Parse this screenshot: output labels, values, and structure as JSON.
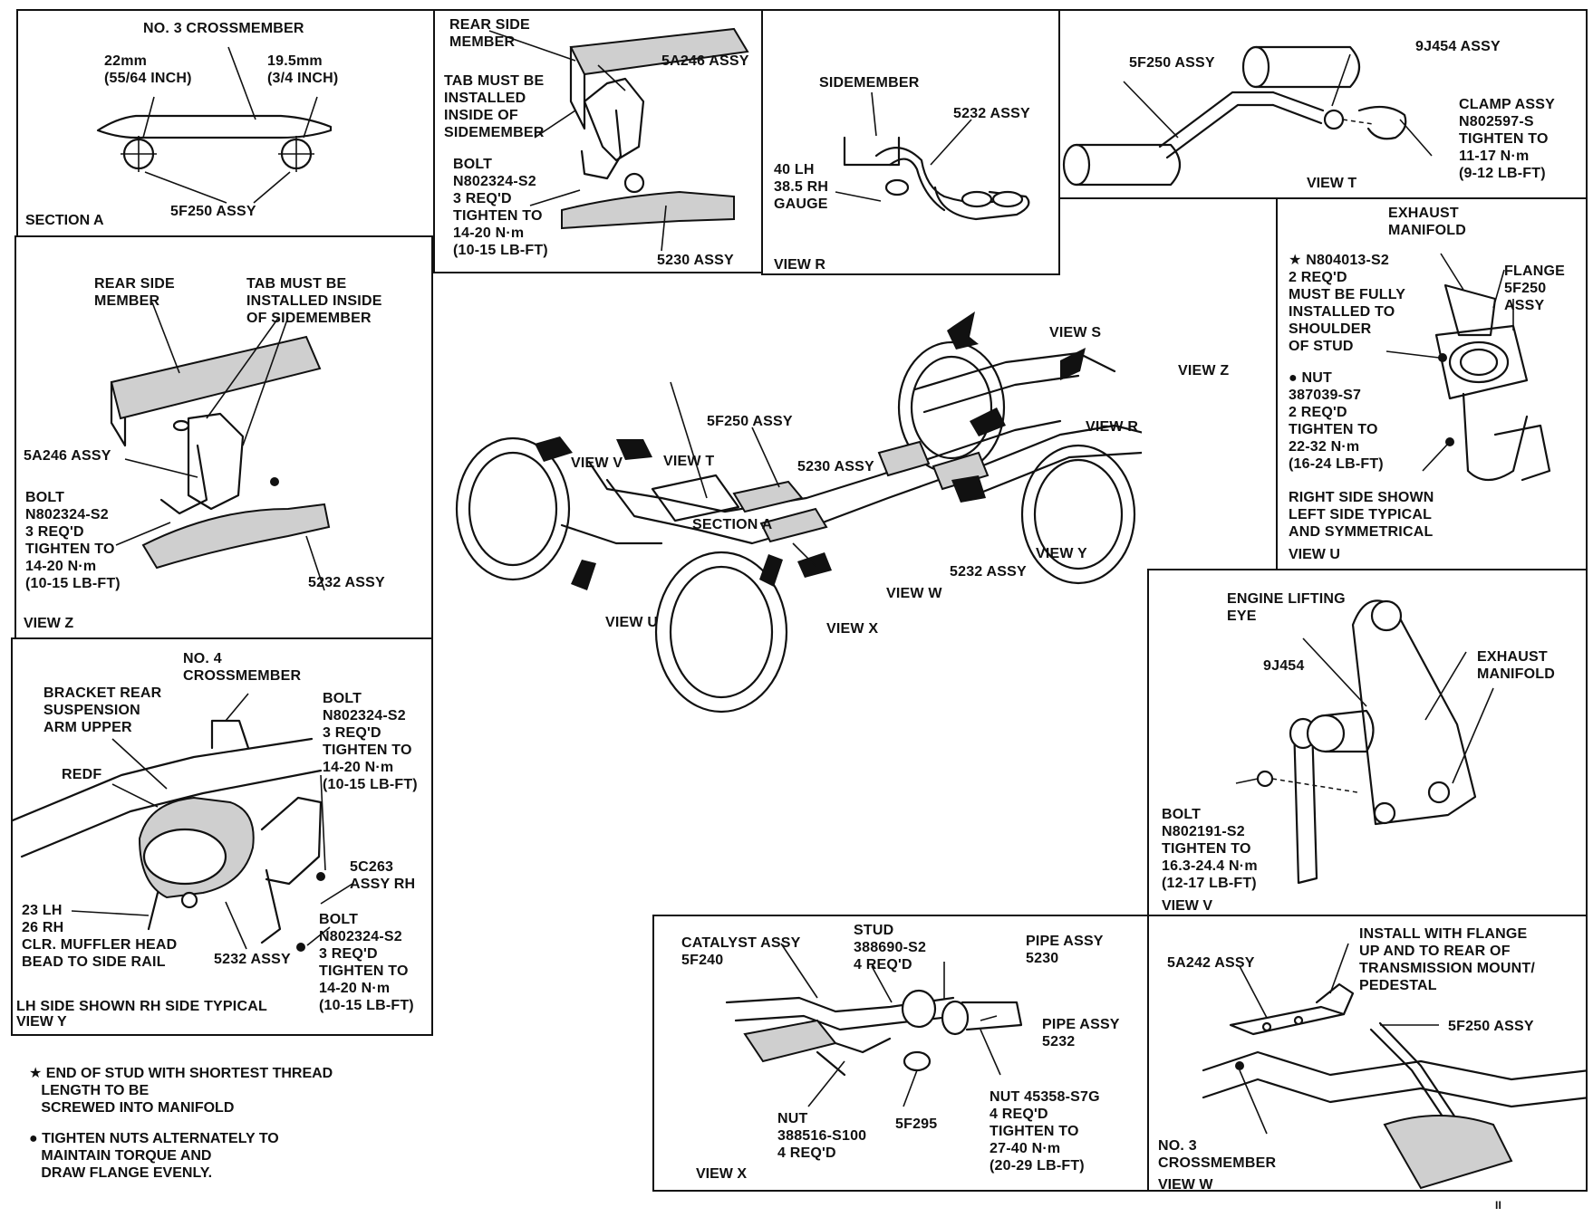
{
  "section_a": {
    "title": "NO. 3 CROSSMEMBER",
    "dim_left": "22mm\n(55/64 INCH)",
    "dim_right": "19.5mm\n(3/4 INCH)",
    "part": "5F250 ASSY",
    "view": "SECTION A"
  },
  "top_mid": {
    "rear_side_member": "REAR SIDE\nMEMBER",
    "tab_note": "TAB MUST BE\nINSTALLED\nINSIDE OF\nSIDEMEMBER",
    "part_5a246": "5A246 ASSY",
    "bolt": "BOLT\nN802324-S2\n3 REQ'D\nTIGHTEN TO\n14-20 N·m\n(10-15 LB-FT)",
    "part_5230": "5230 ASSY"
  },
  "view_r": {
    "sidemember": "SIDEMEMBER",
    "part_5232": "5232 ASSY",
    "gauge": "40 LH\n38.5 RH\nGAUGE",
    "view": "VIEW R"
  },
  "view_t": {
    "part_5f250": "5F250 ASSY",
    "part_9j454": "9J454 ASSY",
    "clamp": "CLAMP ASSY\nN802597-S\nTIGHTEN TO\n11-17 N·m\n(9-12 LB-FT)",
    "view": "VIEW T"
  },
  "view_u": {
    "exhaust_manifold": "EXHAUST\nMANIFOLD",
    "stud_note": "★ N804013-S2\n2 REQ'D\nMUST BE FULLY\nINSTALLED TO\nSHOULDER\nOF STUD",
    "flange": "FLANGE\n5F250\nASSY",
    "nut": "● NUT\n387039-S7\n2 REQ'D\nTIGHTEN TO\n22-32 N·m\n(16-24 LB-FT)",
    "side_note": "RIGHT SIDE SHOWN\nLEFT SIDE TYPICAL\nAND SYMMETRICAL",
    "view": "VIEW U"
  },
  "view_z": {
    "rear_side_member": "REAR SIDE\nMEMBER",
    "tab_note": "TAB MUST BE\nINSTALLED INSIDE\nOF SIDEMEMBER",
    "part_5a246": "5A246 ASSY",
    "bolt": "BOLT\nN802324-S2\n3 REQ'D\nTIGHTEN TO\n14-20 N·m\n(10-15 LB-FT)",
    "part_5232": "5232 ASSY",
    "view": "VIEW Z"
  },
  "main": {
    "view_s": "VIEW S",
    "view_z": "VIEW Z",
    "view_r": "VIEW R",
    "view_y": "VIEW Y",
    "view_v": "VIEW V",
    "view_t": "VIEW T",
    "view_u": "VIEW U",
    "view_x": "VIEW X",
    "view_w": "VIEW W",
    "section_a": "SECTION A",
    "part_5f250": "5F250 ASSY",
    "part_5230": "5230 ASSY",
    "part_5232": "5232 ASSY"
  },
  "view_y": {
    "crossmember": "NO. 4\nCROSSMEMBER",
    "bracket": "BRACKET REAR\nSUSPENSION\nARM UPPER",
    "bolt_top": "BOLT\nN802324-S2\n3 REQ'D\nTIGHTEN TO\n14-20 N·m\n(10-15 LB-FT)",
    "redf": "REDF",
    "part_5c263": "5C263\nASSY RH",
    "clearance": "23 LH\n26 RH\nCLR. MUFFLER HEAD\nBEAD TO SIDE RAIL",
    "part_5232": "5232 ASSY",
    "bolt_bottom": "BOLT\nN802324-S2\n3 REQ'D\nTIGHTEN TO\n14-20 N·m\n(10-15 LB-FT)",
    "side_note": "LH SIDE SHOWN RH SIDE TYPICAL",
    "view": "VIEW Y"
  },
  "view_v": {
    "lifting_eye": "ENGINE LIFTING\nEYE",
    "part_9j454": "9J454",
    "exhaust_manifold": "EXHAUST\nMANIFOLD",
    "bolt": "BOLT\nN802191-S2\nTIGHTEN TO\n16.3-24.4 N·m\n(12-17 LB-FT)",
    "view": "VIEW V"
  },
  "view_x": {
    "catalyst": "CATALYST ASSY\n5F240",
    "stud": "STUD\n388690-S2\n4 REQ'D",
    "pipe_5230": "PIPE ASSY\n5230",
    "pipe_5232": "PIPE ASSY\n5232",
    "nut_left": "NUT\n388516-S100\n4 REQ'D",
    "part_5f295": "5F295",
    "nut_right": "NUT 45358-S7G\n4 REQ'D\nTIGHTEN TO\n27-40 N·m\n(20-29 LB-FT)",
    "view": "VIEW X"
  },
  "view_w": {
    "part_5a242": "5A242 ASSY",
    "install_note": "INSTALL WITH FLANGE\nUP AND TO REAR OF\nTRANSMISSION MOUNT/\nPEDESTAL",
    "part_5f250": "5F250 ASSY",
    "crossmember": "NO. 3\nCROSSMEMBER",
    "view": "VIEW W"
  },
  "notes": {
    "star_note": "★ END OF STUD WITH SHORTEST THREAD\n   LENGTH TO BE\n   SCREWED INTO MANIFOLD",
    "dot_note": "● TIGHTEN NUTS ALTERNATELY TO\n   MAINTAIN TORQUE AND\n   DRAW FLANGE EVENLY."
  },
  "page_mark": "II"
}
